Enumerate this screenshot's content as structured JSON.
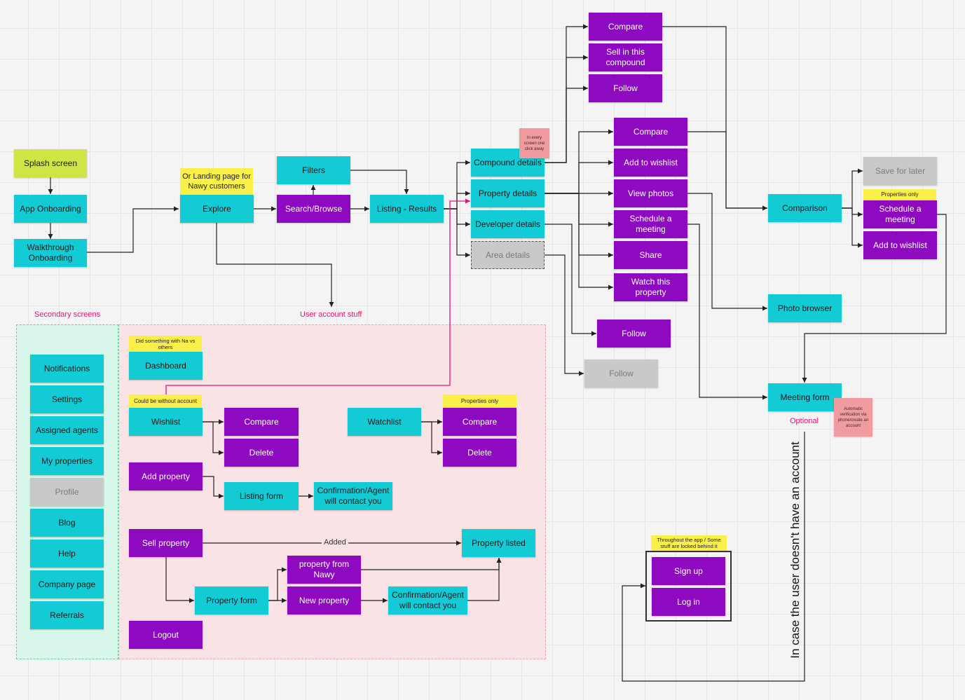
{
  "nodes": {
    "splash_screen": "Splash screen",
    "app_onboarding": "App Onboarding",
    "walkthrough_onboarding": "Walkthrough Onboarding",
    "explore": "Explore",
    "search_browse": "Search/Browse",
    "filters": "Filters",
    "listing_results": "Listing - Results",
    "compound_details": "Compound details",
    "property_details": "Property details",
    "developer_details": "Developer details",
    "area_details": "Area details",
    "compound_compare": "Compare",
    "sell_in_this_compound": "Sell in this compound",
    "compound_follow": "Follow",
    "property_compare": "Compare",
    "add_to_wishlist": "Add to wishlist",
    "view_photos": "View photos",
    "schedule_a_meeting": "Schedule a meeting",
    "share": "Share",
    "watch_this_property": "Watch this property",
    "developer_follow": "Follow",
    "area_follow": "Follow",
    "comparison": "Comparison",
    "save_for_later": "Save for later",
    "comparison_schedule_meeting": "Schedule a meeting",
    "comparison_add_to_wishlist": "Add to wishlist",
    "photo_browser": "Photo browser",
    "meeting_form": "Meeting form",
    "sign_up": "Sign up",
    "log_in": "Log in",
    "notifications": "Notifications",
    "settings": "Settings",
    "assigned_agents": "Assigned agents",
    "my_properties": "My properties",
    "profile": "Profile",
    "blog": "Blog",
    "help": "Help",
    "company_page": "Company page",
    "referrals": "Referrals",
    "dashboard": "Dashboard",
    "wishlist": "Wishlist",
    "wishlist_compare": "Compare",
    "wishlist_delete": "Delete",
    "watchlist": "Watchlist",
    "watchlist_compare": "Compare",
    "watchlist_delete": "Delete",
    "add_property": "Add property",
    "listing_form": "Listing form",
    "confirmation_agent_1": "Confirmation/Agent will contact you",
    "sell_property": "Sell property",
    "property_listed": "Property listed",
    "property_form": "Property form",
    "property_from_nawy": "property from Nawy",
    "new_property": "New property",
    "confirmation_agent_2": "Confirmation/Agent will contact you",
    "logout": "Logout"
  },
  "notes": {
    "landing_page": "Or Landing page for Nawy customers",
    "every_screen": "In every screen one click away",
    "properties_only_comparison": "Properties only",
    "automatic_verification": "Automatic verification via phone/create an account",
    "dashboard_note": "Did something with Na vs others",
    "wishlist_note": "Could be without account",
    "watchlist_note": "Properties only",
    "throughout_app": "Throughout the app / Some stuff are locked behind it"
  },
  "labels": {
    "secondary_screens": "Secondary screens",
    "user_account_stuff": "User account stuff",
    "optional": "Optional",
    "added": "Added",
    "no_account": "In case the user doesn't have an account"
  },
  "colors": {
    "teal": "#12cbd4",
    "purple": "#8d0ac0",
    "lime": "#cfe545",
    "gray": "#c9c9c9",
    "yellow_note": "#fbf04a",
    "pink_note": "#f29b9f",
    "magenta_connector": "#e2147f",
    "secondary_zone": "#d9f7ea",
    "user_zone": "#fae3e5"
  }
}
